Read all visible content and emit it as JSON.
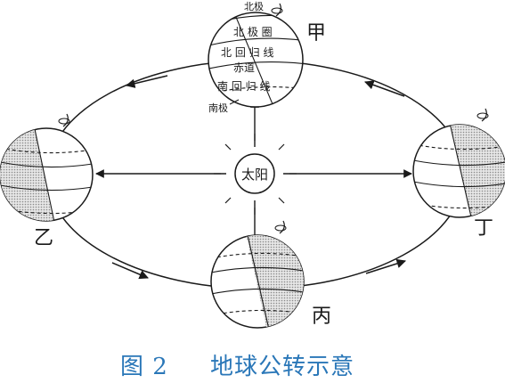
{
  "caption": {
    "figure": "图 2",
    "title": "地球公转示意",
    "color": "#2a77b8"
  },
  "sun": {
    "label": "太阳"
  },
  "positions": {
    "top": "甲",
    "left": "乙",
    "bottom": "丙",
    "right": "丁"
  },
  "globe_labels": {
    "north_pole": "北极",
    "south_pole": "南极",
    "arctic_circle": "北 极 圈",
    "tropic_cancer": "北 回 归 线",
    "equator": "赤道",
    "tropic_capricorn": "南 回 归 线"
  },
  "colors": {
    "ink": "#1a1a1a",
    "night_shade": "#c9c9c9"
  }
}
